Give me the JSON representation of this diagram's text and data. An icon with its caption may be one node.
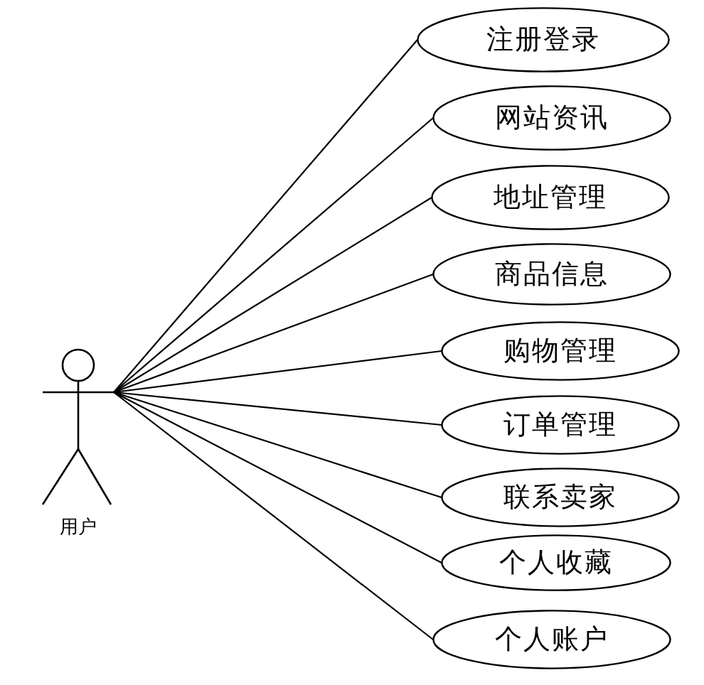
{
  "diagram": {
    "nodes": [
      {
        "text": [
          "用户"
        ]
      },
      {
        "text": [
          "注册登录"
        ]
      },
      {
        "text": [
          "网站资讯"
        ]
      },
      {
        "text": [
          "地址管理"
        ]
      },
      {
        "text": [
          "商品信息"
        ]
      },
      {
        "text": [
          "购物管理"
        ]
      },
      {
        "text": [
          "订单管理"
        ]
      },
      {
        "text": [
          "联系卖家"
        ]
      },
      {
        "text": [
          "个人收藏"
        ]
      },
      {
        "text": [
          "个人账户"
        ]
      }
    ],
    "edges": [
      {
        "from": 0,
        "to": 1,
        "arrow": "none"
      },
      {
        "from": 0,
        "to": 2,
        "arrow": "none"
      },
      {
        "from": 0,
        "to": 3,
        "arrow": "none"
      },
      {
        "from": 0,
        "to": 4,
        "arrow": "none"
      },
      {
        "from": 0,
        "to": 5,
        "arrow": "none"
      },
      {
        "from": 0,
        "to": 6,
        "arrow": "none"
      },
      {
        "from": 0,
        "to": 7,
        "arrow": "none"
      },
      {
        "from": 0,
        "to": 8,
        "arrow": "none"
      },
      {
        "from": 0,
        "to": 9,
        "arrow": "none"
      }
    ]
  }
}
